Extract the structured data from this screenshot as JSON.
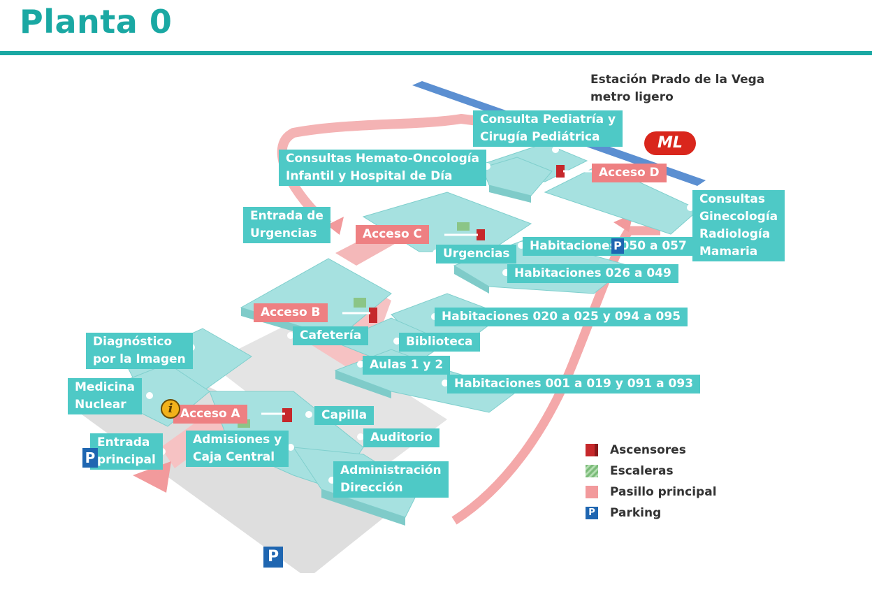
{
  "title": "Planta 0",
  "station": {
    "line1": "Estación Prado de la Vega",
    "line2": "metro ligero",
    "logo_text": "ML"
  },
  "labels": {
    "consulta_pediatria": [
      "Consulta Pediatría y",
      "Cirugía Pediátrica"
    ],
    "consultas_hemato": [
      "Consultas Hemato-Oncología",
      "Infantil  y Hospital de Día"
    ],
    "entrada_urgencias": [
      "Entrada de",
      "Urgencias"
    ],
    "consultas_gine": [
      "Consultas",
      "Ginecología",
      "Radiología",
      "Mamaria"
    ],
    "urgencias": "Urgencias",
    "hab_050_057": "Habitaciones 050 a 057",
    "hab_026_049": "Habitaciones 026 a 049",
    "hab_020_025": "Habitaciones 020 a 025 y 094 a 095",
    "cafeteria": "Cafetería",
    "biblioteca": "Biblioteca",
    "diagnostico": [
      "Diagnóstico",
      "por la Imagen"
    ],
    "aulas": "Aulas 1 y 2",
    "hab_001_019": "Habitaciones 001 a 019 y 091 a 093",
    "medicina_nuclear": [
      "Medicina",
      "Nuclear"
    ],
    "capilla": "Capilla",
    "auditorio": "Auditorio",
    "entrada_principal": [
      "Entrada",
      "principal"
    ],
    "admisiones": [
      "Admisiones y",
      "Caja Central"
    ],
    "administracion": [
      "Administración",
      "Dirección"
    ]
  },
  "accesos": {
    "a": "Acceso A",
    "b": "Acceso B",
    "c": "Acceso C",
    "d": "Acceso D"
  },
  "parking_letter": "P",
  "info_letter": "i",
  "legend": {
    "ascensores": "Ascensores",
    "escaleras": "Escaleras",
    "pasillo": "Pasillo principal",
    "parking": "Parking"
  },
  "colors": {
    "brand": "#1aa8a3",
    "building": "#9ddcdb",
    "label": "#4ec9c6",
    "access": "#ee8082",
    "corridor": "#f29a9c",
    "parking": "#1f66b1",
    "ground": "#dcdcdc"
  }
}
